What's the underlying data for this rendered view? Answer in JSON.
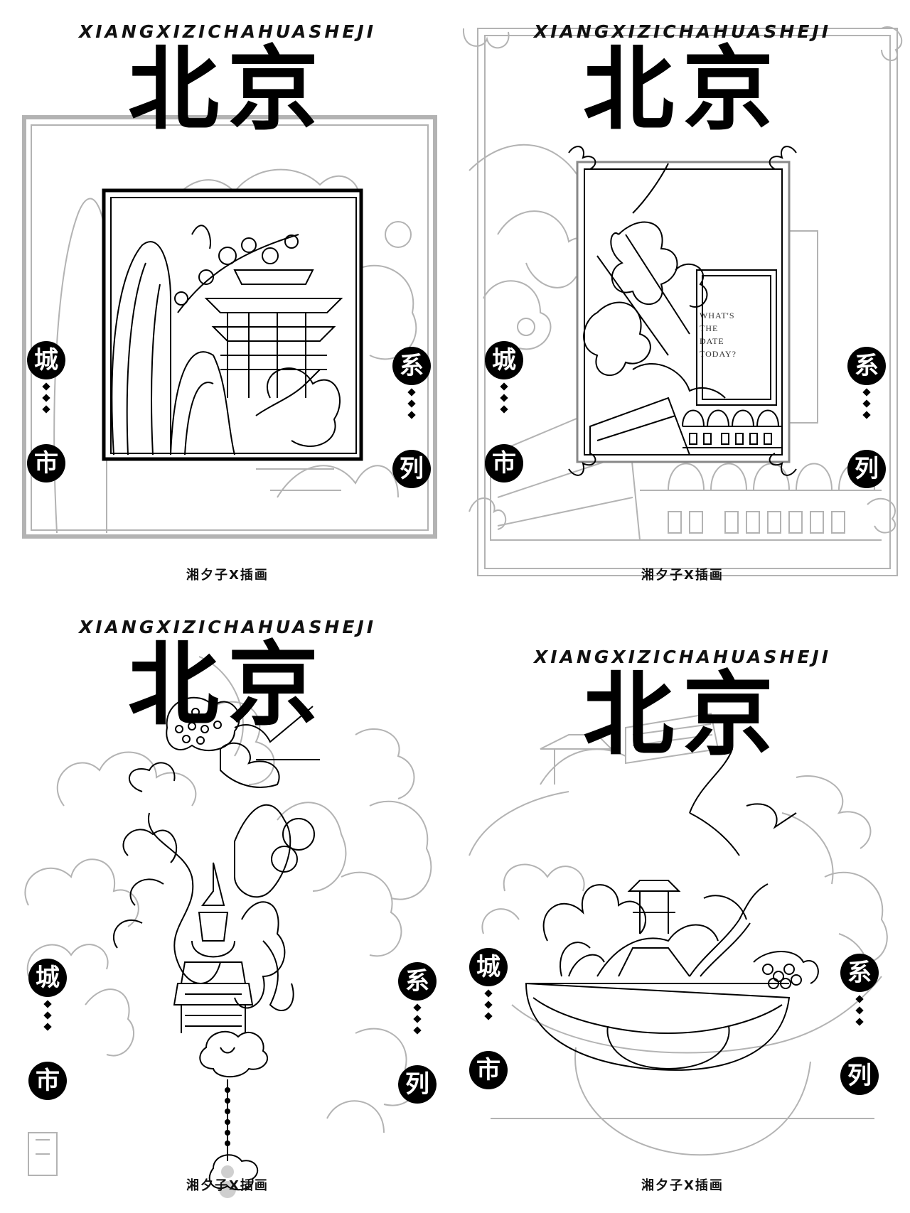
{
  "posters": [
    {
      "subtitle": "XIANGXIZICHAHUASHEJI",
      "title": "北京",
      "left_seal": [
        "城",
        "市"
      ],
      "right_seal": [
        "系",
        "列"
      ],
      "credit": "湘夕子X插画"
    },
    {
      "subtitle": "XIANGXIZICHAHUASHEJI",
      "title": "北京",
      "left_seal": [
        "城",
        "市"
      ],
      "right_seal": [
        "系",
        "列"
      ],
      "credit": "湘夕子X插画",
      "card_lines": [
        "WHAT'S",
        "THE",
        "DATE",
        "TODAY?"
      ]
    },
    {
      "subtitle": "XIANGXIZICHAHUASHEJI",
      "title": "北京",
      "left_seal": [
        "城",
        "市"
      ],
      "right_seal": [
        "系",
        "列"
      ],
      "credit": "湘夕子X插画"
    },
    {
      "subtitle": "XIANGXIZICHAHUASHEJI",
      "title": "北京",
      "left_seal": [
        "城",
        "市"
      ],
      "right_seal": [
        "系",
        "列"
      ],
      "credit": "湘夕子X插画"
    }
  ],
  "colors": {
    "ink": "#000000",
    "line_gray": "#b0b0b0"
  }
}
